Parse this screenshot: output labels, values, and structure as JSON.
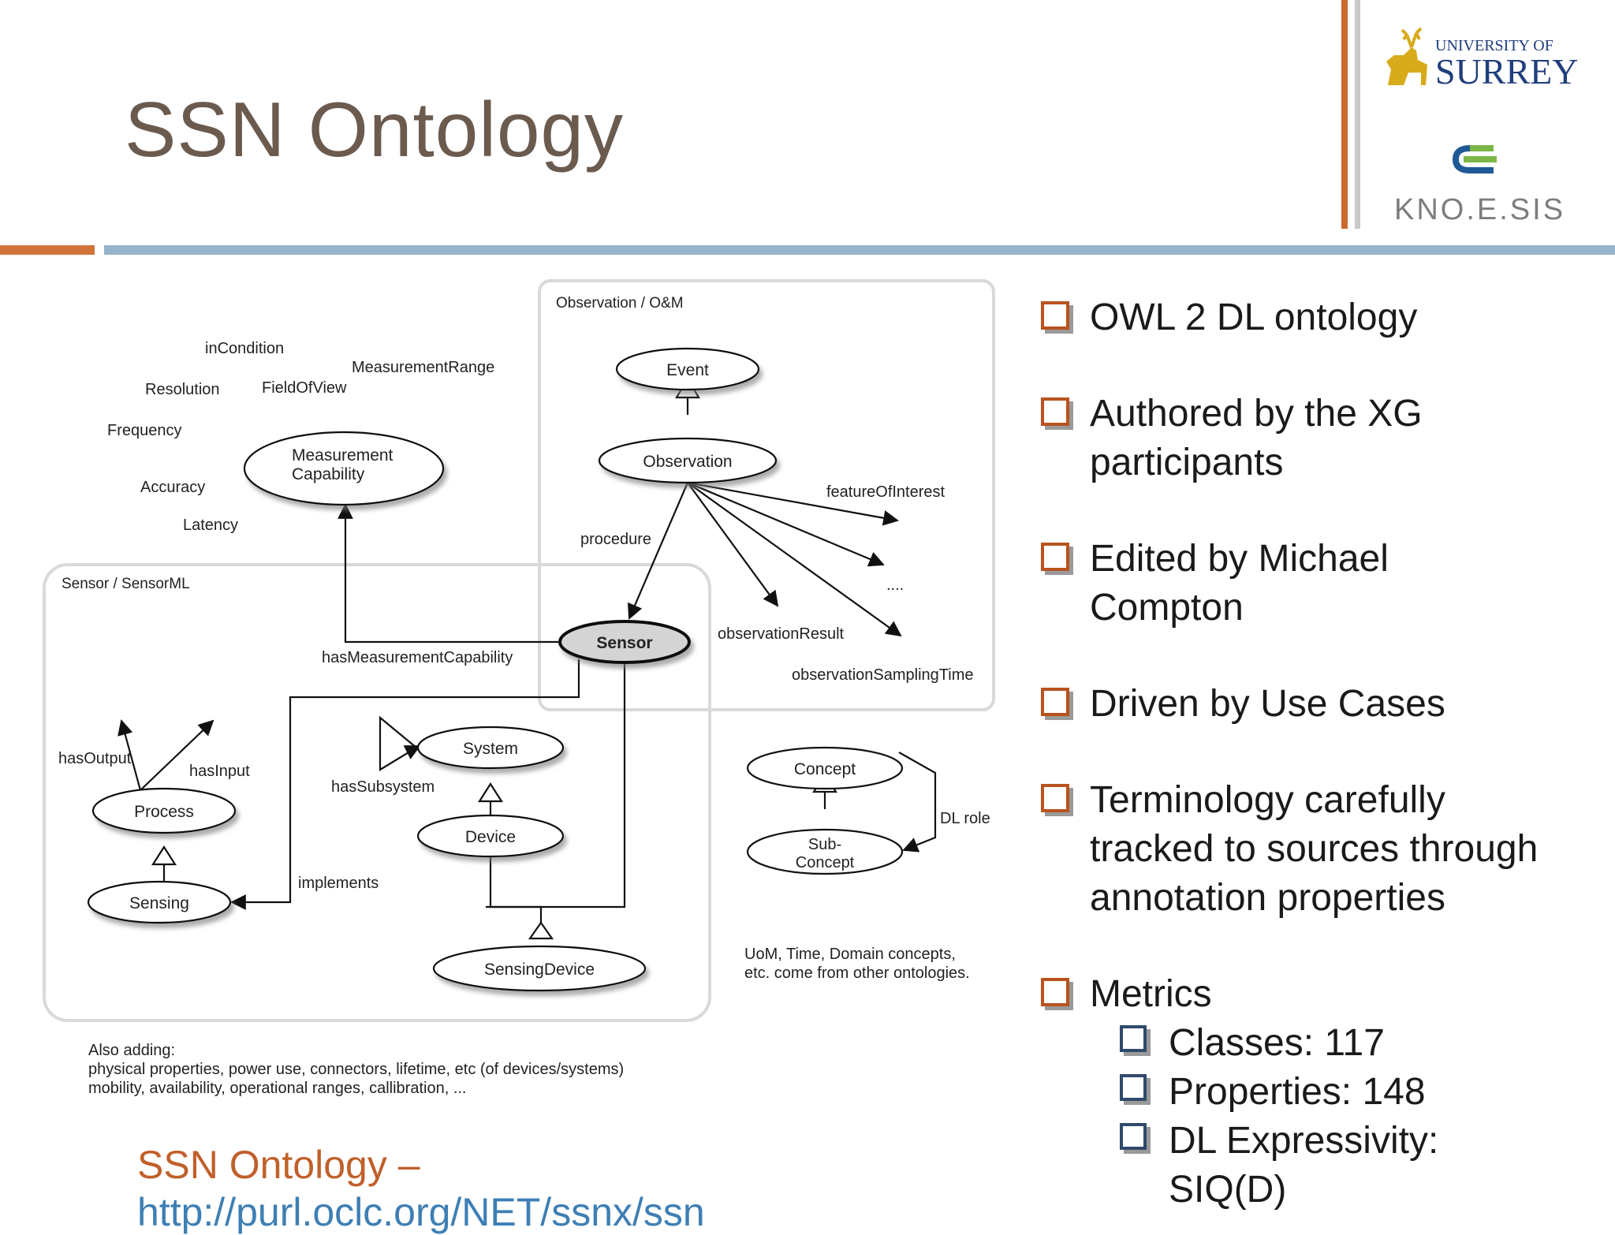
{
  "slide": {
    "title": "SSN Ontology",
    "logos": {
      "surrey_top": "UNIVERSITY OF",
      "surrey_main": "SURREY",
      "knoesis": "KNO.E.SIS"
    }
  },
  "diagram": {
    "groups": {
      "observation": "Observation / O&M",
      "sensor": "Sensor / SensorML"
    },
    "nodes": {
      "event": "Event",
      "observation": "Observation",
      "measurement_capability_1": "Measurement",
      "measurement_capability_2": "Capability",
      "sensor": "Sensor",
      "system": "System",
      "device": "Device",
      "process": "Process",
      "sensing": "Sensing",
      "sensing_device": "SensingDevice",
      "concept": "Concept",
      "sub_concept_1": "Sub-",
      "sub_concept_2": "Concept"
    },
    "properties": {
      "in_condition": "inCondition",
      "measurement_range": "MeasurementRange",
      "resolution": "Resolution",
      "field_of_view": "FieldOfView",
      "frequency": "Frequency",
      "accuracy": "Accuracy",
      "latency": "Latency",
      "feature_of_interest": "featureOfInterest",
      "procedure": "procedure",
      "ellipsis": "....",
      "observation_result": "observationResult",
      "observation_sampling_time": "observationSamplingTime",
      "has_measurement_capability": "hasMeasurementCapability",
      "has_output": "hasOutput",
      "has_input": "hasInput",
      "has_subsystem": "hasSubsystem",
      "implements": "implements",
      "dl_role": "DL role"
    },
    "notes": {
      "uom_1": "UoM, Time, Domain concepts,",
      "uom_2": "etc. come from other ontologies.",
      "adding_1": "Also adding:",
      "adding_2": "physical properties, power use, connectors, lifetime, etc (of devices/systems)",
      "adding_3": "mobility, availability, operational ranges, callibration, ..."
    }
  },
  "bullets": [
    {
      "line1": "OWL 2 DL ontology"
    },
    {
      "line1": "Authored by the XG",
      "line2": "participants"
    },
    {
      "line1": "Edited by Michael",
      "line2": "Compton"
    },
    {
      "line1": "Driven by Use Cases"
    },
    {
      "line1": "Terminology carefully",
      "line2": "tracked to sources through",
      "line3": "annotation properties"
    },
    {
      "line1": "Metrics"
    }
  ],
  "metrics": [
    "Classes: 117",
    "Properties: 148",
    "DL Expressivity:",
    "SIQ(D)"
  ],
  "footer": {
    "line1": "SSN Ontology –",
    "line2": "http://purl.oclc.org/NET/ssnx/ssn"
  }
}
